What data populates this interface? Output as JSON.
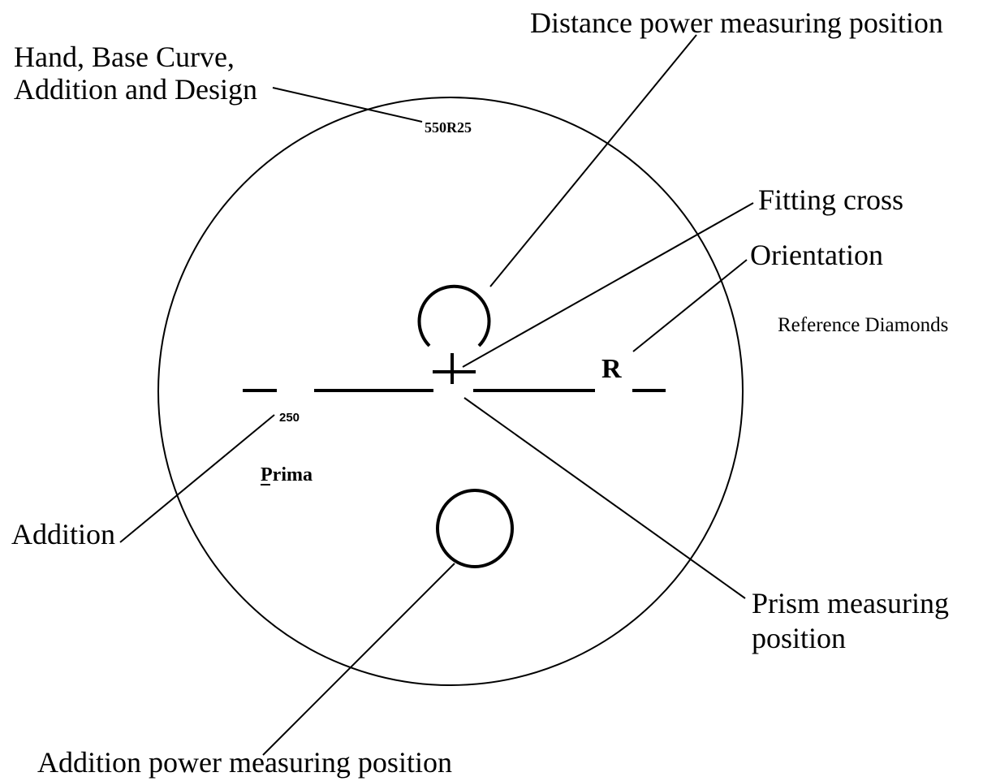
{
  "labels": {
    "distance_power": "Distance power measuring position",
    "hand_line1": "Hand, Base Curve,",
    "hand_line2": "Addition and Design",
    "fitting_cross": "Fitting cross",
    "orientation": "Orientation",
    "reference_diamonds": "Reference Diamonds",
    "addition": "Addition",
    "prism_line1": "Prism measuring",
    "prism_line2": "position",
    "addition_power": "Addition power measuring position"
  },
  "engravings": {
    "code": "550R25",
    "addition_value": "250",
    "brand": "Prima",
    "orientation_letter": "R"
  }
}
